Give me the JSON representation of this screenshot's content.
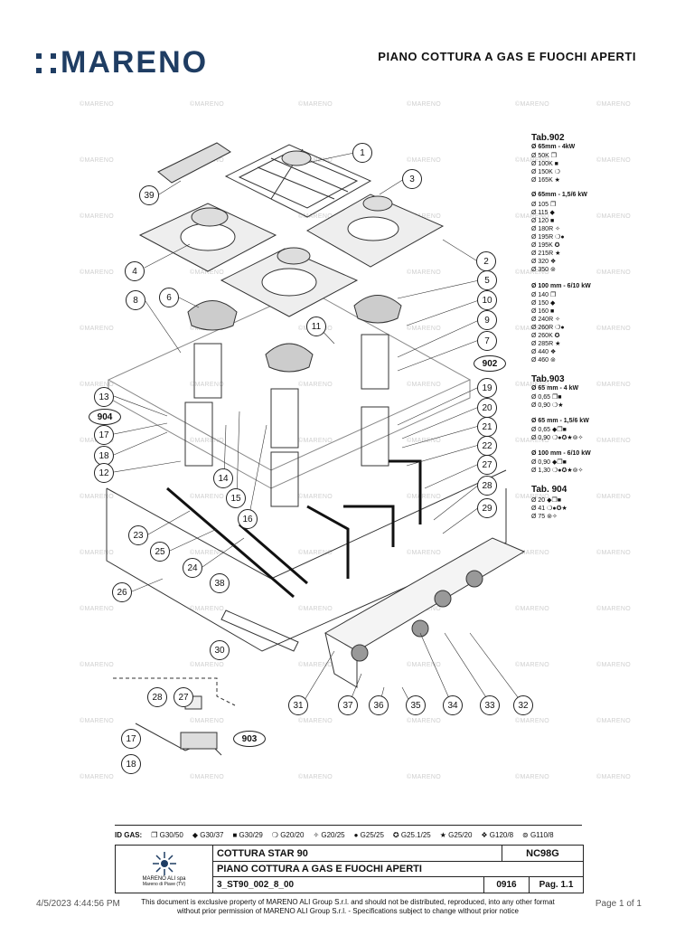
{
  "brand": {
    "logo_text": "MARENO"
  },
  "doc_title": "PIANO COTTURA A GAS E FUOCHI APERTI",
  "watermark": "©MARENO",
  "callouts": [
    "1",
    "3",
    "39",
    "2",
    "4",
    "5",
    "6",
    "8",
    "10",
    "9",
    "11",
    "7",
    "19",
    "20",
    "21",
    "22",
    "27",
    "28",
    "29",
    "13",
    "17",
    "18",
    "12",
    "14",
    "15",
    "16",
    "23",
    "25",
    "24",
    "26",
    "38",
    "30",
    "31",
    "37",
    "36",
    "35",
    "34",
    "33",
    "32",
    "28",
    "27",
    "17",
    "18"
  ],
  "ovals": [
    "902",
    "904",
    "903"
  ],
  "tables": {
    "tab902": {
      "title": "Tab.902",
      "groups": [
        {
          "heading": "Ø 65mm - 4kW",
          "rows": [
            "Ø 50K ❐",
            "Ø 100K ■",
            "Ø 150K ❍",
            "Ø 165K ★"
          ]
        },
        {
          "heading": "Ø 65mm - 1,5/6 kW",
          "rows": [
            "Ø 105 ❐",
            "Ø 115 ◆",
            "Ø 120 ■",
            "Ø 180R ✧",
            "Ø 195R ❍●",
            "Ø 195K ✪",
            "Ø 215R ★",
            "Ø 320 ❖",
            "Ø 350 ⊚"
          ]
        },
        {
          "heading": "Ø 100 mm - 6/10 kW",
          "rows": [
            "Ø 140 ❐",
            "Ø 150 ◆",
            "Ø 160 ■",
            "Ø 240R ✧",
            "Ø 260R ❍●",
            "Ø 260K ✪",
            "Ø 285R ★",
            "Ø 440 ❖",
            "Ø 460 ⊚"
          ]
        }
      ]
    },
    "tab903": {
      "title": "Tab.903",
      "groups": [
        {
          "heading": "Ø 65 mm - 4 kW",
          "rows": [
            "Ø 0,65 ❐■",
            "Ø 0,90 ❍★"
          ]
        },
        {
          "heading": "Ø 65 mm - 1,5/6 kW",
          "rows": [
            "Ø 0,65 ◆❐■",
            "Ø 0,90 ❍●✪★⊚✧"
          ]
        },
        {
          "heading": "Ø 100 mm - 6/10 kW",
          "rows": [
            "Ø 0,90 ◆❐■",
            "Ø 1,30 ❍●✪★⊚✧"
          ]
        }
      ]
    },
    "tab904": {
      "title": "Tab. 904",
      "rows": [
        "Ø 20 ◆❐■",
        "Ø 41 ❍●✪★",
        "Ø 75 ⊚✧"
      ]
    }
  },
  "id_gas": {
    "label": "ID GAS:",
    "entries": [
      "❐ G30/50",
      "◆ G30/37",
      "■ G30/29",
      "❍ G20/20",
      "✧ G20/25",
      "● G25/25",
      "✪ G25.1/25",
      "★ G25/20",
      "❖ G120/8",
      "⊚ G110/8"
    ]
  },
  "title_block": {
    "company": "MARENO ALI spa",
    "location": "Mareno di Piave (TV)",
    "product": "COTTURA STAR 90",
    "code": "NC98G",
    "description": "PIANO COTTURA A GAS E FUOCHI APERTI",
    "drawing_no": "3_ST90_002_8_00",
    "date": "0916",
    "page": "Pag. 1.1"
  },
  "footer": {
    "timestamp": "4/5/2023 4:44:56 PM",
    "notice": "This document is exclusive property of MARENO ALI Group S.r.l. and should not be distributed, reproduced, into any other format without prior permission of MARENO ALI Group S.r.l. - Specifications subject to change without prior notice",
    "page": "Page 1 of 1"
  }
}
